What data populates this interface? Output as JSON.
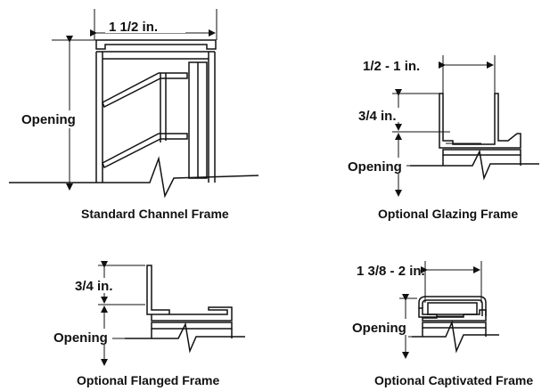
{
  "diagrams": {
    "standard": {
      "caption": "Standard Channel Frame",
      "width_label": "1 1/2 in.",
      "opening_label": "Opening"
    },
    "glazing": {
      "caption": "Optional Glazing Frame",
      "width_label": "1/2 - 1 in.",
      "depth_label": "3/4 in.",
      "opening_label": "Opening"
    },
    "flanged": {
      "caption": "Optional Flanged Frame",
      "depth_label": "3/4 in.",
      "opening_label": "Opening"
    },
    "captivated": {
      "caption": "Optional Captivated Frame",
      "width_label": "1 3/8 - 2 in.",
      "opening_label": "Opening"
    }
  }
}
